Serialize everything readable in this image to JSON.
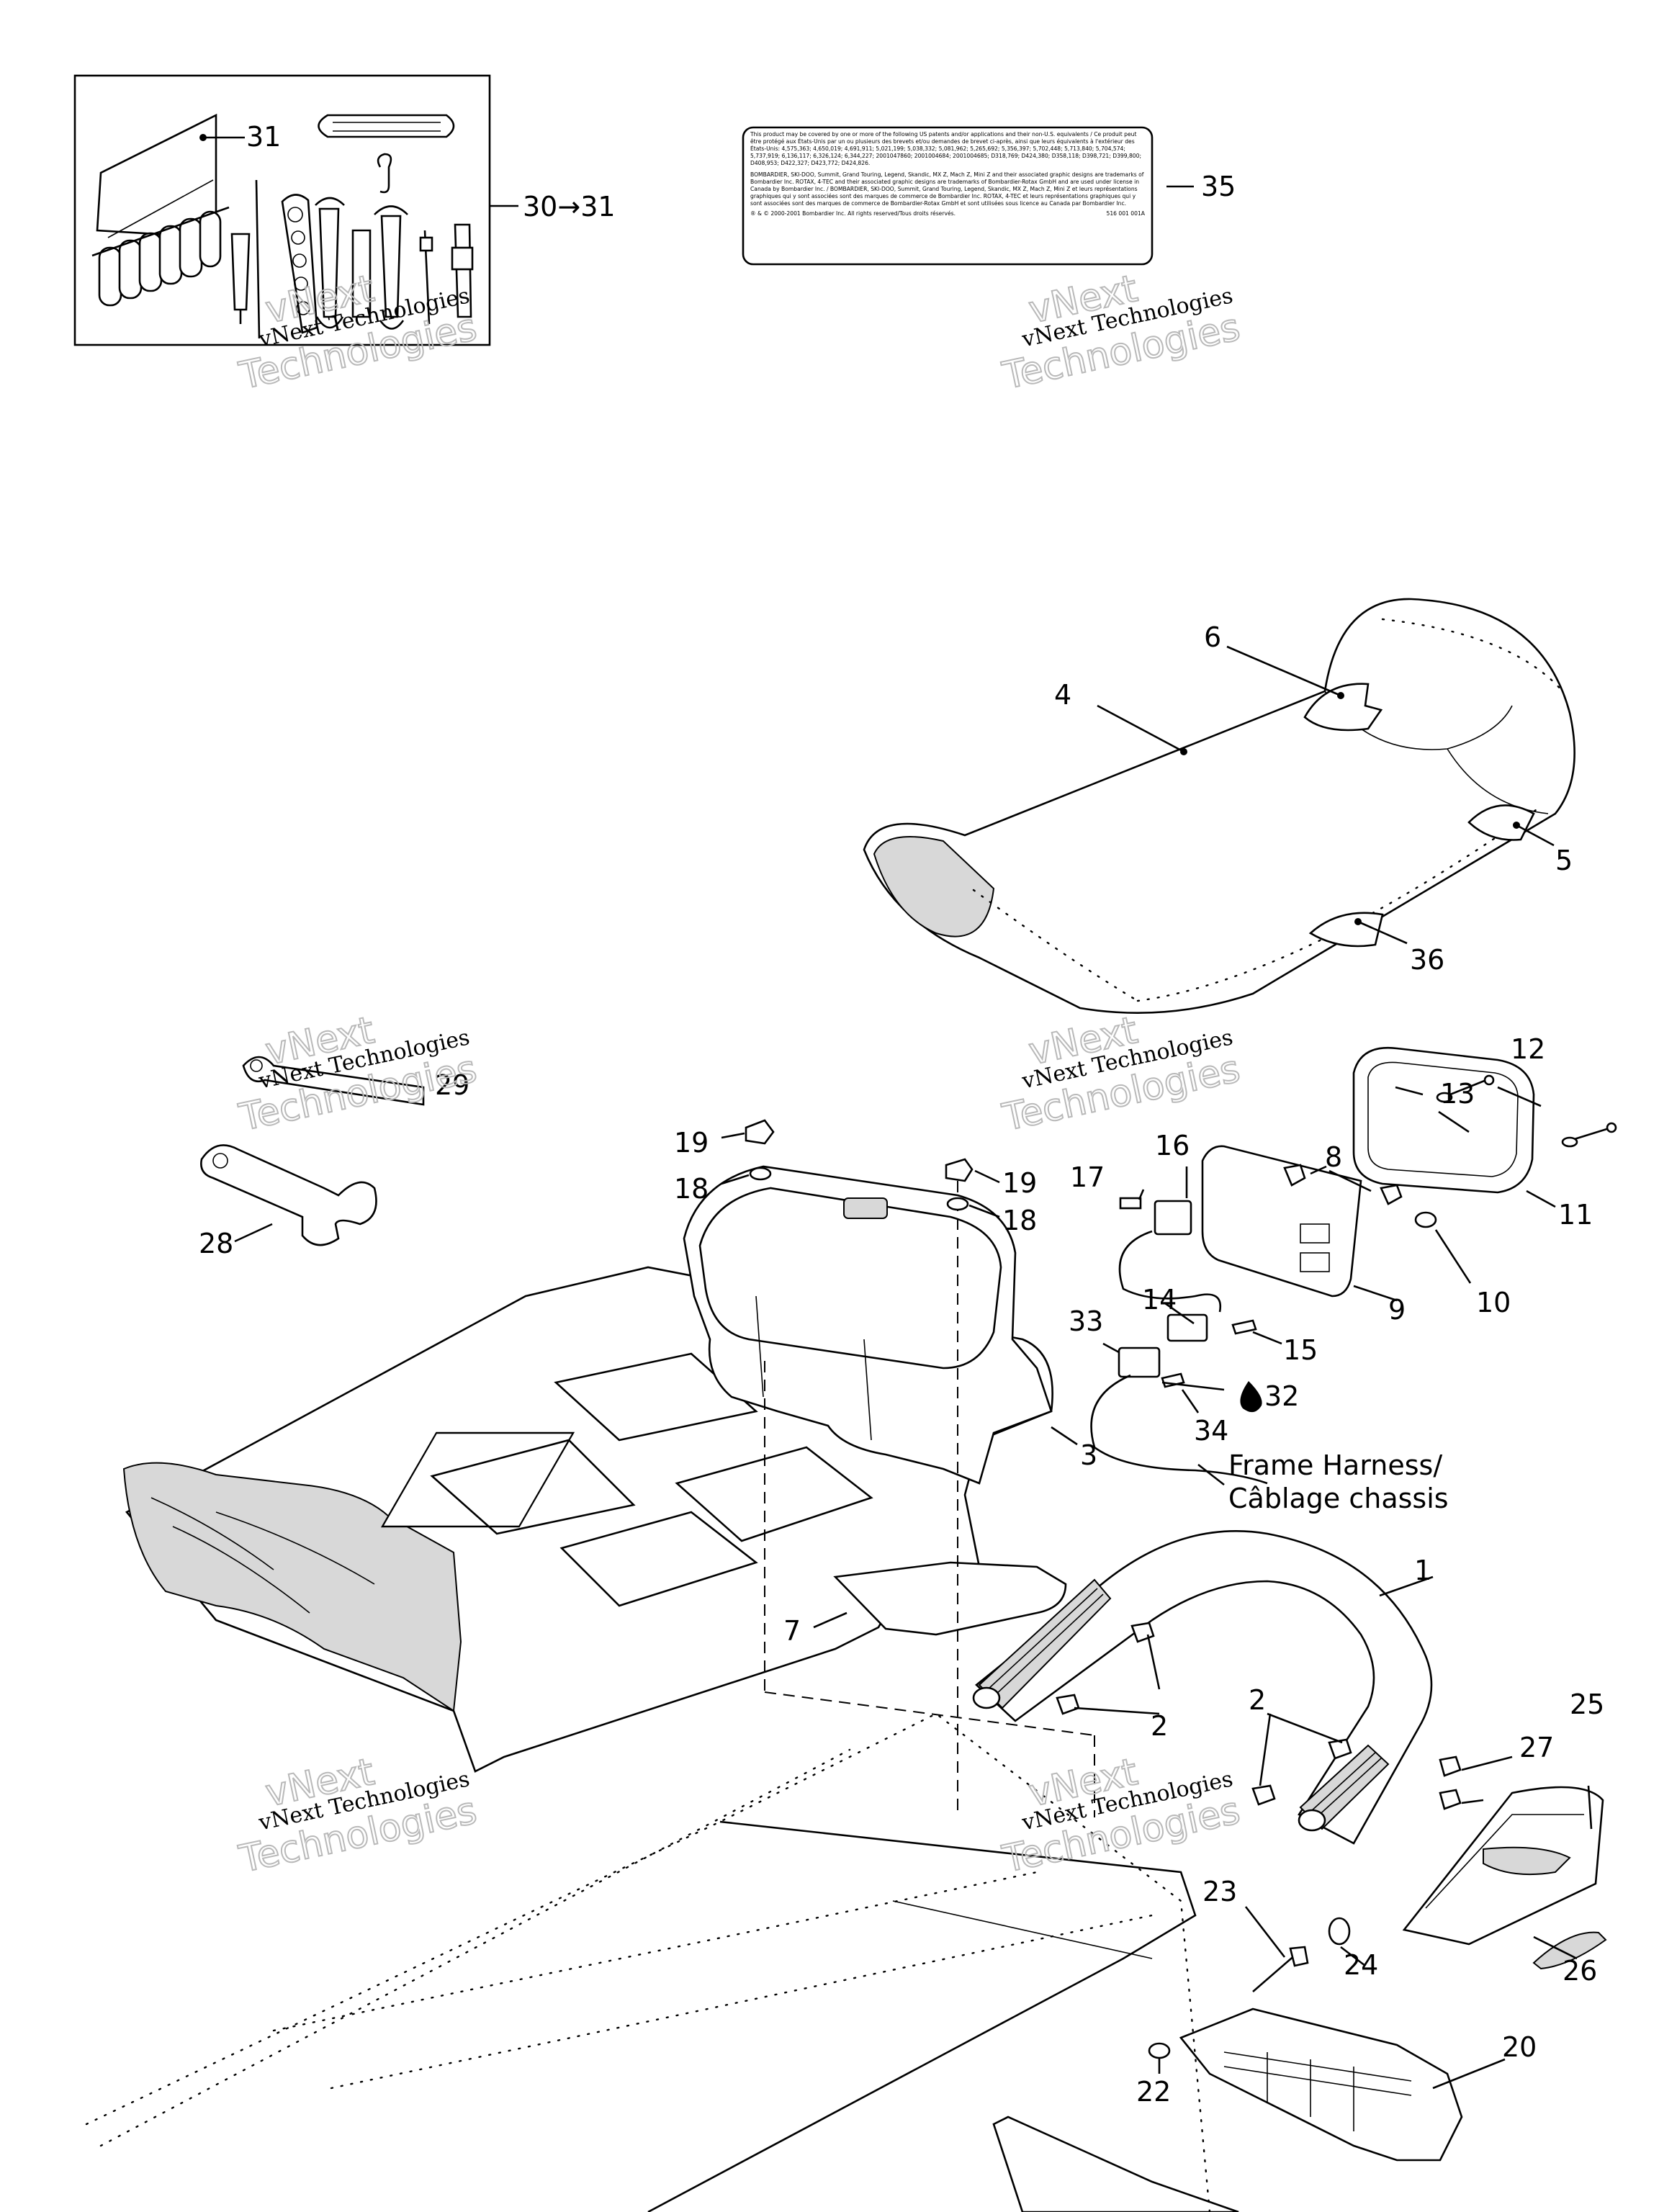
{
  "callouts": [
    {
      "label": "31"
    },
    {
      "label": "30→31"
    },
    {
      "label": "35"
    },
    {
      "label": "6"
    },
    {
      "label": "4"
    },
    {
      "label": "5"
    },
    {
      "label": "36"
    },
    {
      "label": "29"
    },
    {
      "label": "28"
    },
    {
      "label": "19"
    },
    {
      "label": "18"
    },
    {
      "label": "19"
    },
    {
      "label": "18"
    },
    {
      "label": "16"
    },
    {
      "label": "17"
    },
    {
      "label": "8"
    },
    {
      "label": "12"
    },
    {
      "label": "13"
    },
    {
      "label": "11"
    },
    {
      "label": "9"
    },
    {
      "label": "10"
    },
    {
      "label": "14"
    },
    {
      "label": "15"
    },
    {
      "label": "33"
    },
    {
      "label": "32"
    },
    {
      "label": "34"
    },
    {
      "label": "3"
    },
    {
      "label": "1"
    },
    {
      "label": "7"
    },
    {
      "label": "2"
    },
    {
      "label": "2"
    },
    {
      "label": "25"
    },
    {
      "label": "27"
    },
    {
      "label": "23"
    },
    {
      "label": "24"
    },
    {
      "label": "26"
    },
    {
      "label": "20"
    },
    {
      "label": "22"
    }
  ],
  "harness_label": {
    "line1": "Frame Harness/",
    "line2": "Câblage chassis"
  },
  "watermark": {
    "brand": "vNext Technologies",
    "line_a": "vNext",
    "line_b": "Technologies"
  },
  "decal": {
    "paragraph1": "This product may be covered by one or more of the following US patents and/or applications and their non-U.S. equivalents / Ce produit peut être protégé aux États-Unis par un ou plusieurs des brevets et/ou demandes de brevet ci-après, ainsi que leurs équivalents à l'extérieur des États-Unis: 4,575,363; 4,650,019; 4,691,911; 5,021,199; 5,038,332; 5,081,962; 5,265,692; 5,356,397; 5,702,448; 5,713,840; 5,704,574; 5,737,919; 6,136,117; 6,326,124; 6,344,227; 2001047860; 2001004684; 2001004685; D318,769; D424,380; D358,118; D398,721; D399,800; D408,953; D422,327; D423,772; D424,826.",
    "paragraph2": "BOMBARDIER, SKI-DOO, Summit, Grand Touring, Legend, Skandic, MX Z, Mach Z, Mini Z and their associated graphic designs are trademarks of Bombardier Inc. ROTAX, 4-TEC and their associated graphic designs are trademarks of Bombardier-Rotax GmbH and are used under license in Canada by Bombardier Inc. / BOMBARDIER, SKI-DOO, Summit, Grand Touring, Legend, Skandic, MX Z, Mach Z, Mini Z et leurs représentations graphiques qui y sont associées sont des marques de commerce de Bombardier Inc. ROTAX, 4-TEC et leurs représentations graphiques qui y sont associées sont des marques de commerce de Bombardier-Rotax GmbH et sont utilisées sous licence au Canada par Bombardier Inc.",
    "footer_left": "® & © 2000-2001 Bombardier Inc. All rights reserved/Tous droits réservés.",
    "footer_right": "516 001 001A"
  }
}
